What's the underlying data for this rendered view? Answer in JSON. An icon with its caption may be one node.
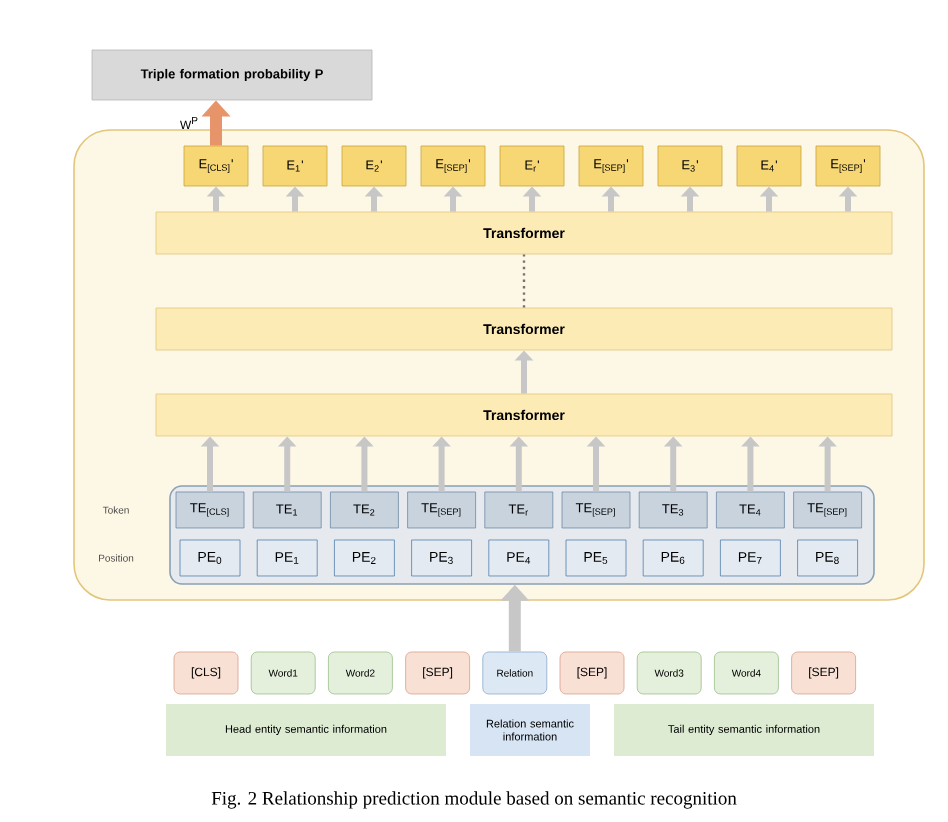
{
  "diagram": {
    "caption": "Fig. 2   Relationship prediction module based on semantic recognition",
    "nodes": [
      {
        "text": [
          "Triple formation probability P"
        ]
      },
      {
        "text": [],
        "shape": "box"
      },
      {
        "text": [
          "E$_{[CLS]}$'"
        ],
        "in": 1
      },
      {
        "text": [
          "E$_{1}$'"
        ],
        "in": 1
      },
      {
        "text": [
          "E$_{2}$'"
        ],
        "in": 1
      },
      {
        "text": [
          "E$_{[SEP]}$'"
        ],
        "in": 1
      },
      {
        "text": [
          "E$_{r}$'"
        ],
        "in": 1
      },
      {
        "text": [
          "E$_{[SEP]}$'"
        ],
        "in": 1
      },
      {
        "text": [
          "E$_{3}$'"
        ],
        "in": 1
      },
      {
        "text": [
          "E$_{4}$'"
        ],
        "in": 1
      },
      {
        "text": [
          "E$_{[SEP]}$'"
        ],
        "in": 1
      },
      {
        "text": [
          "Transformer"
        ],
        "in": 1
      },
      {
        "text": [
          "Transformer"
        ],
        "in": 1
      },
      {
        "text": [
          "Transformer"
        ],
        "in": 1
      },
      {
        "text": [],
        "shape": "box",
        "in": 1
      },
      {
        "text": [
          "TE$_{[CLS]}$"
        ],
        "in": 14
      },
      {
        "text": [
          "TE$_{1}$"
        ],
        "in": 14
      },
      {
        "text": [
          "TE$_{2}$"
        ],
        "in": 14
      },
      {
        "text": [
          "TE$_{[SEP]}$"
        ],
        "in": 14
      },
      {
        "text": [
          "TE$_{r}$"
        ],
        "in": 14
      },
      {
        "text": [
          "TE$_{[SEP]}$"
        ],
        "in": 14
      },
      {
        "text": [
          "TE$_{3}$"
        ],
        "in": 14
      },
      {
        "text": [
          "TE$_{4}$"
        ],
        "in": 14
      },
      {
        "text": [
          "TE$_{[SEP]}$"
        ],
        "in": 14
      },
      {
        "text": [
          "PE$_{0}$"
        ],
        "in": 14
      },
      {
        "text": [
          "PE$_{1}$"
        ],
        "in": 14
      },
      {
        "text": [
          "PE$_{2}$"
        ],
        "in": 14
      },
      {
        "text": [
          "PE$_{3}$"
        ],
        "in": 14
      },
      {
        "text": [
          "PE$_{4}$"
        ],
        "in": 14
      },
      {
        "text": [
          "PE$_{5}$"
        ],
        "in": 14
      },
      {
        "text": [
          "PE$_{6}$"
        ],
        "in": 14
      },
      {
        "text": [
          "PE$_{7}$"
        ],
        "in": 14
      },
      {
        "text": [
          "PE$_{8}$"
        ],
        "in": 14
      },
      {
        "text": [
          "[CLS]"
        ]
      },
      {
        "text": [
          "Word1"
        ]
      },
      {
        "text": [
          "Word2"
        ]
      },
      {
        "text": [
          "[SEP]"
        ]
      },
      {
        "text": [
          "Relation"
        ]
      },
      {
        "text": [
          "[SEP]"
        ]
      },
      {
        "text": [
          "Word3"
        ]
      },
      {
        "text": [
          "Word4"
        ]
      },
      {
        "text": [
          "[SEP]"
        ]
      },
      {
        "text": [
          "Head entity semantic information"
        ]
      },
      {
        "text": [
          "Relation semantic information"
        ]
      },
      {
        "text": [
          "Tail entity semantic information"
        ]
      }
    ],
    "edges": [
      {
        "from": 2,
        "to": 0,
        "arrow": "to",
        "label": "W$^{P}$",
        "style": "thick",
        "color": "#e8946a"
      },
      {
        "from": 11,
        "to": 2,
        "arrow": "to"
      },
      {
        "from": 11,
        "to": 3,
        "arrow": "to"
      },
      {
        "from": 11,
        "to": 4,
        "arrow": "to"
      },
      {
        "from": 11,
        "to": 5,
        "arrow": "to"
      },
      {
        "from": 11,
        "to": 6,
        "arrow": "to"
      },
      {
        "from": 11,
        "to": 7,
        "arrow": "to"
      },
      {
        "from": 11,
        "to": 8,
        "arrow": "to"
      },
      {
        "from": 11,
        "to": 9,
        "arrow": "to"
      },
      {
        "from": 11,
        "to": 10,
        "arrow": "to"
      },
      {
        "from": 12,
        "to": 11,
        "arrow": "none",
        "style": "dashed"
      },
      {
        "from": 13,
        "to": 12,
        "arrow": "to"
      },
      {
        "from": 15,
        "to": 13,
        "arrow": "to"
      },
      {
        "from": 16,
        "to": 13,
        "arrow": "to"
      },
      {
        "from": 17,
        "to": 13,
        "arrow": "to"
      },
      {
        "from": 18,
        "to": 13,
        "arrow": "to"
      },
      {
        "from": 19,
        "to": 13,
        "arrow": "to"
      },
      {
        "from": 20,
        "to": 13,
        "arrow": "to"
      },
      {
        "from": 21,
        "to": 13,
        "arrow": "to"
      },
      {
        "from": 22,
        "to": 13,
        "arrow": "to"
      },
      {
        "from": 23,
        "to": 13,
        "arrow": "to"
      },
      {
        "from": 37,
        "to": 14,
        "arrow": "to",
        "style": "thick"
      }
    ],
    "labels": [
      "Token",
      "Position"
    ]
  }
}
